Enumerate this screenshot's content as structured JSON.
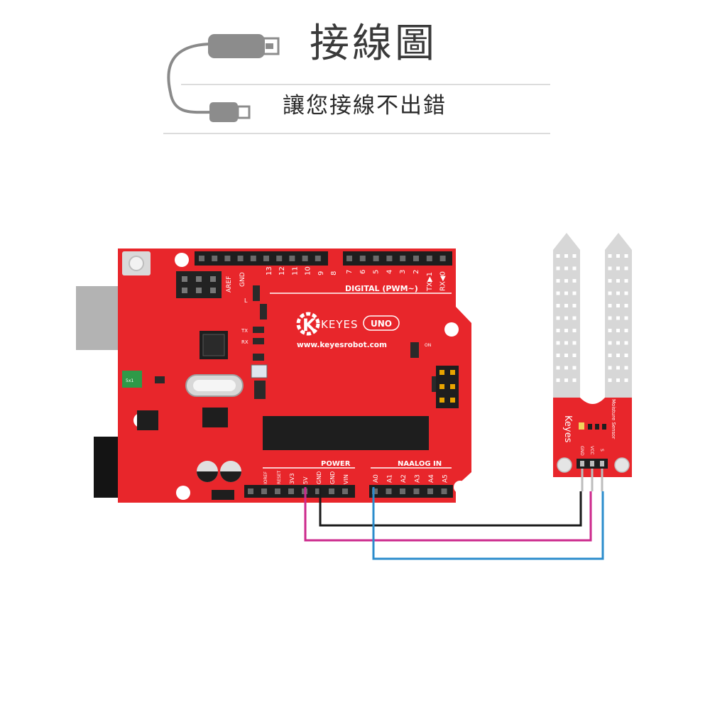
{
  "header": {
    "title": "接線圖",
    "subtitle": "讓您接線不出錯"
  },
  "board": {
    "brand": "KEYES",
    "model": "UNO",
    "url": "www.keyesrobot.com",
    "digital_label": "DIGITAL (PWM~)",
    "power_label": "POWER",
    "analog_label": "NAALOG IN",
    "aref_label": "AREF",
    "gnd_label": "GND",
    "digital_pins_left": [
      "13",
      "12",
      "11",
      "10",
      "9",
      "8"
    ],
    "digital_pins_right": [
      "7",
      "6",
      "5",
      "4",
      "3",
      "2",
      "TX▶1",
      "RX◀0"
    ],
    "power_pins": [
      "IOREF",
      "RESET",
      "3V3",
      "5V",
      "GND",
      "GND",
      "VIN"
    ],
    "analog_pins": [
      "A0",
      "A1",
      "A2",
      "A3",
      "A4",
      "A5"
    ],
    "led_labels": [
      "L",
      "TX",
      "RX",
      "ON"
    ],
    "regulator_label": "5x1",
    "color": "#e8262b"
  },
  "sensor": {
    "brand": "Keyes",
    "name": "Moisture Sensor",
    "pins": [
      "GND",
      "VCC",
      "S"
    ]
  },
  "wires": [
    {
      "from": "GND",
      "to": "GND",
      "color": "#1a1a1a"
    },
    {
      "from": "5V",
      "to": "VCC",
      "color": "#cc2a8c"
    },
    {
      "from": "A0",
      "to": "S",
      "color": "#2b8ccc"
    }
  ]
}
